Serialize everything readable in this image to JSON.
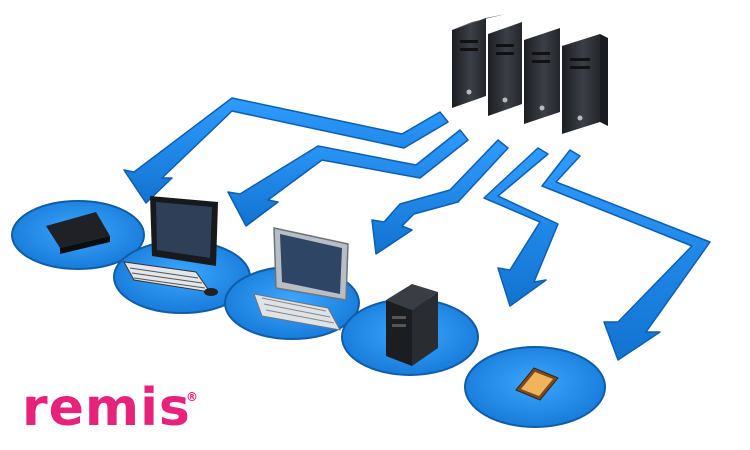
{
  "brand": {
    "logo_text": "remis",
    "registered_mark": "®",
    "color": "#e6227a"
  },
  "colors": {
    "arrow": "#1e90ee",
    "arrow_dark": "#0d5fb0",
    "platform": "#1f8fea",
    "platform_edge": "#0f5ca8",
    "server": "#2a2d33"
  },
  "devices": [
    {
      "name": "set-top-box",
      "icon": "set-top-box-icon"
    },
    {
      "name": "desktop-computer",
      "icon": "desktop-computer-icon"
    },
    {
      "name": "laptop",
      "icon": "laptop-icon"
    },
    {
      "name": "tower-pc",
      "icon": "tower-pc-icon"
    },
    {
      "name": "smartphone",
      "icon": "smartphone-icon"
    }
  ],
  "server_count": 4
}
